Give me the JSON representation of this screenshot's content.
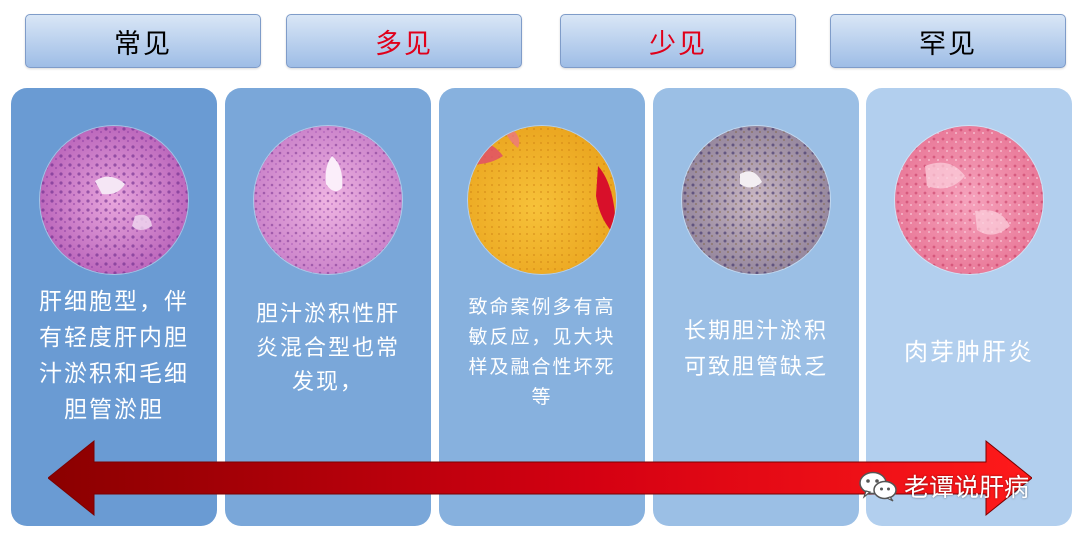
{
  "headers": [
    {
      "label": "常见",
      "color": "#000000"
    },
    {
      "label": "多见",
      "color": "#e0001a"
    },
    {
      "label": "少见",
      "color": "#e0001a"
    },
    {
      "label": "罕见",
      "color": "#000000"
    }
  ],
  "panels": [
    {
      "text": "肝细胞型，伴\n有轻度肝内胆\n汁淤积和毛细\n胆管淤胆",
      "image": "he-stain-hepatocellular"
    },
    {
      "text": "胆汁淤积性肝\n炎混合型也常\n发现，",
      "image": "he-stain-mixed"
    },
    {
      "text": "致命案例多有高\n敏反应，见大块\n样及融合性坏死\n等",
      "image": "massive-necrosis-yellow"
    },
    {
      "text": "长期胆汁淤积\n可致胆管缺乏",
      "image": "ductopenia-stain"
    },
    {
      "text": "肉芽肿肝炎",
      "image": "granulomatous-pink"
    }
  ],
  "arrow": {
    "direction": "bidirectional",
    "color_start": "#8b0000",
    "color_end": "#ff1a1a"
  },
  "watermark": {
    "icon": "wechat-icon",
    "text": "老谭说肝病"
  }
}
